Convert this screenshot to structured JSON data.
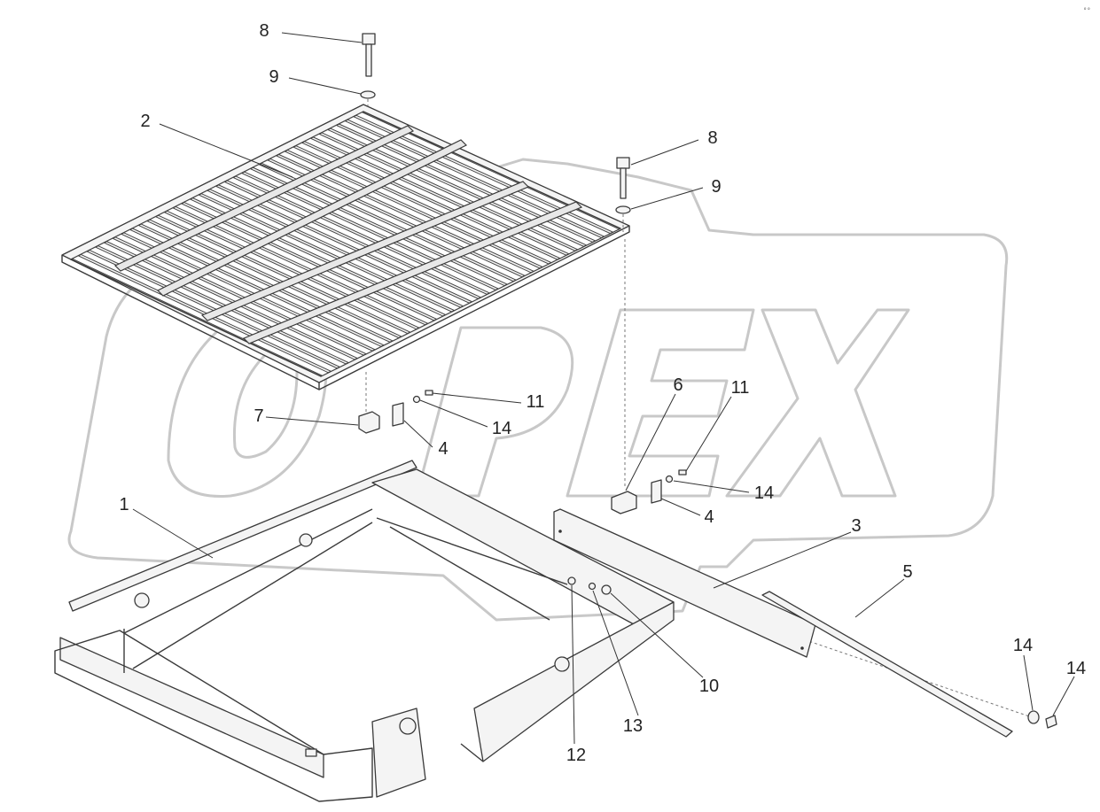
{
  "watermark": {
    "text": "OPEX"
  },
  "corner_code": "°°",
  "callouts": [
    {
      "id": "c8a",
      "label": "8"
    },
    {
      "id": "c9a",
      "label": "9"
    },
    {
      "id": "c2",
      "label": "2"
    },
    {
      "id": "c8b",
      "label": "8"
    },
    {
      "id": "c9b",
      "label": "9"
    },
    {
      "id": "c11a",
      "label": "11"
    },
    {
      "id": "c7",
      "label": "7"
    },
    {
      "id": "c14a",
      "label": "14"
    },
    {
      "id": "c4a",
      "label": "4"
    },
    {
      "id": "c6",
      "label": "6"
    },
    {
      "id": "c11b",
      "label": "11"
    },
    {
      "id": "c14b",
      "label": "14"
    },
    {
      "id": "c4b",
      "label": "4"
    },
    {
      "id": "c1",
      "label": "1"
    },
    {
      "id": "c3",
      "label": "3"
    },
    {
      "id": "c5",
      "label": "5"
    },
    {
      "id": "c14c",
      "label": "14"
    },
    {
      "id": "c14d",
      "label": "14"
    },
    {
      "id": "c10",
      "label": "10"
    },
    {
      "id": "c13",
      "label": "13"
    },
    {
      "id": "c12",
      "label": "12"
    }
  ]
}
